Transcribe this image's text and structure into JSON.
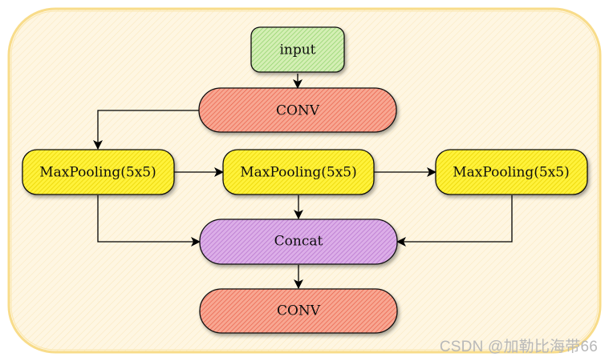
{
  "diagram": {
    "title": "",
    "nodes": {
      "input": {
        "label": "input",
        "fill": "#d4efb4",
        "hatch": "#8fd16a"
      },
      "conv1": {
        "label": "CONV",
        "fill": "#f8a792",
        "hatch": "#e8604a"
      },
      "pool1": {
        "label": "MaxPooling(5x5)",
        "fill": "#fff23a",
        "hatch": "#e8d200"
      },
      "pool2": {
        "label": "MaxPooling(5x5)",
        "fill": "#fff23a",
        "hatch": "#e8d200"
      },
      "pool3": {
        "label": "MaxPooling(5x5)",
        "fill": "#fff23a",
        "hatch": "#e8d200"
      },
      "concat": {
        "label": "Concat",
        "fill": "#dcaee8",
        "hatch": "#b673cc"
      },
      "conv2": {
        "label": "CONV",
        "fill": "#f8a792",
        "hatch": "#e8604a"
      }
    },
    "edges": [
      {
        "from": "input",
        "to": "conv1"
      },
      {
        "from": "conv1",
        "to": "pool1"
      },
      {
        "from": "pool1",
        "to": "pool2"
      },
      {
        "from": "pool2",
        "to": "pool3"
      },
      {
        "from": "pool1",
        "to": "concat"
      },
      {
        "from": "pool2",
        "to": "concat"
      },
      {
        "from": "pool3",
        "to": "concat"
      },
      {
        "from": "concat",
        "to": "conv2"
      }
    ],
    "background": {
      "fill": "#fef6e2",
      "border": "#f8dc8a"
    }
  },
  "watermark": "CSDN @加勒比海带66"
}
